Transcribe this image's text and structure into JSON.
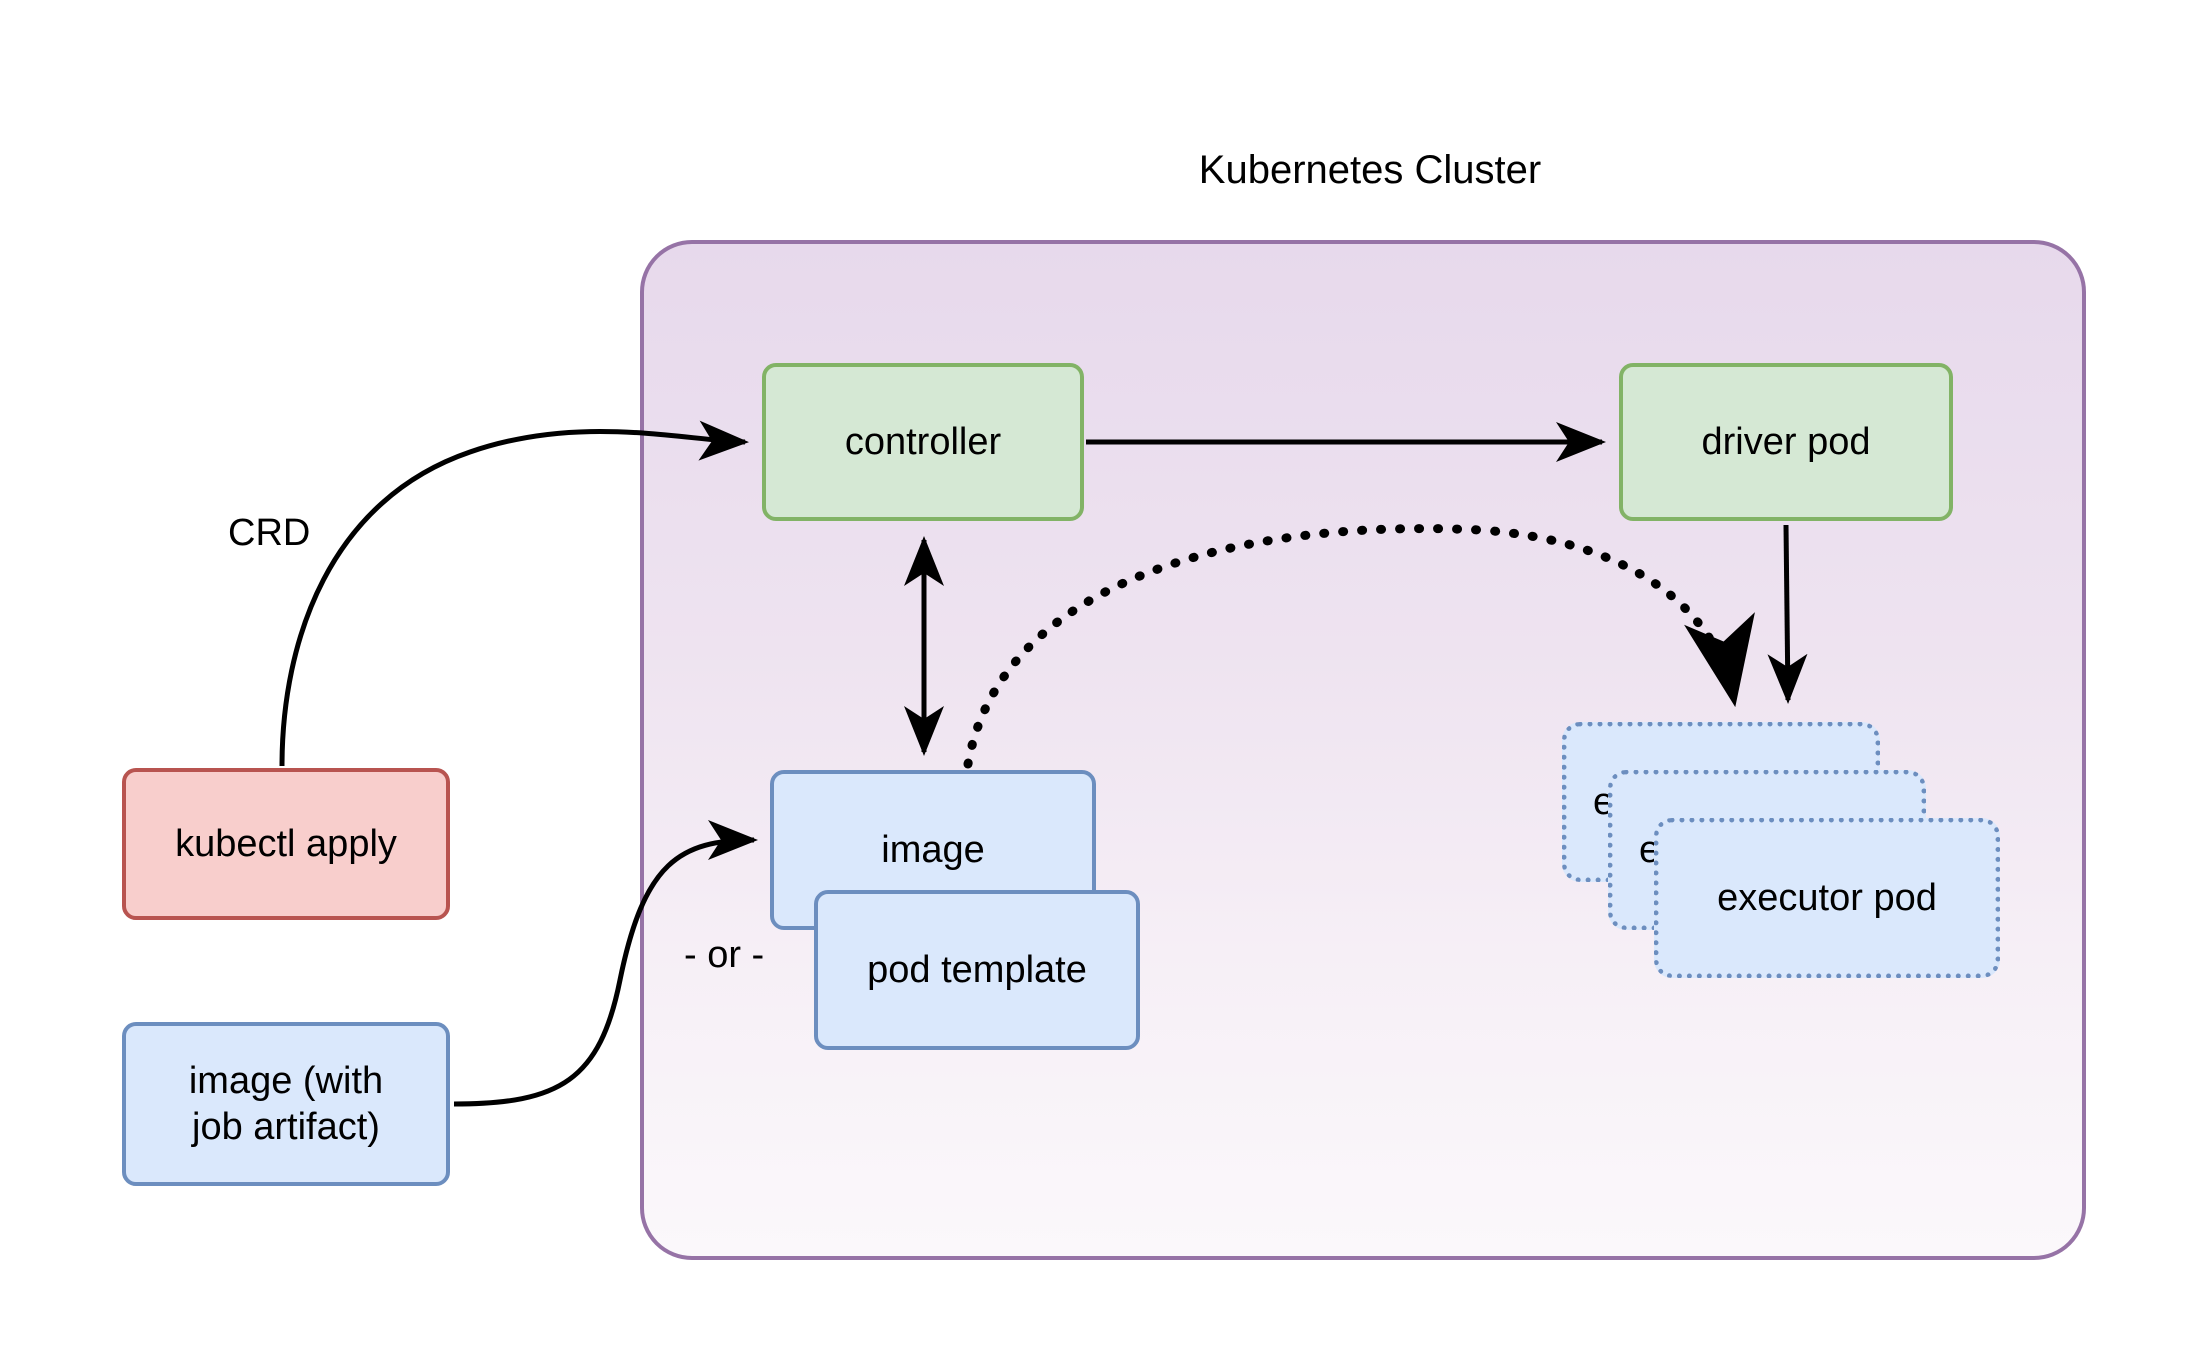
{
  "diagram": {
    "type": "flow-architecture",
    "title": "Kubernetes Cluster",
    "background_color": "#ffffff"
  },
  "cluster": {
    "label": "Kubernetes Cluster",
    "border_color": "#9673a6",
    "fill_top_color": "#e7d9ec",
    "fill_bottom_color": "#fbf8fb"
  },
  "nodes": {
    "controller": {
      "label": "controller",
      "fill_color": "#d5e8d4",
      "border_color": "#82b366"
    },
    "driver_pod": {
      "label": "driver pod",
      "fill_color": "#d5e8d4",
      "border_color": "#82b366"
    },
    "image": {
      "label": "image",
      "fill_color": "#dae8fc",
      "border_color": "#6c8ebf"
    },
    "pod_template": {
      "label": "pod template",
      "fill_color": "#dae8fc",
      "border_color": "#6c8ebf"
    },
    "kubectl_apply": {
      "label": "kubectl apply",
      "fill_color": "#f8cecc",
      "border_color": "#b85450"
    },
    "image_job_artifact": {
      "label": "image (with\njob artifact)",
      "line1": "image (with",
      "line2": "job artifact)",
      "fill_color": "#dae8fc",
      "border_color": "#6c8ebf"
    },
    "executor_pods": {
      "label": "executor pod",
      "count": 3,
      "fill_color": "#dae8fc",
      "border_color": "#6c8ebf",
      "border_style": "dotted",
      "stack": [
        {
          "label": "executor pod",
          "visible_text": "e"
        },
        {
          "label": "executor pod",
          "visible_text": "e"
        },
        {
          "label": "executor pod",
          "visible_text": "executor pod"
        }
      ]
    }
  },
  "edges": [
    {
      "id": "kubectl-to-controller",
      "from": "kubectl_apply",
      "to": "controller",
      "label": "CRD",
      "style": "solid",
      "arrow": "single"
    },
    {
      "id": "controller-to-driver",
      "from": "controller",
      "to": "driver_pod",
      "label": "",
      "style": "solid",
      "arrow": "single"
    },
    {
      "id": "controller-image",
      "from": "controller",
      "to": "image",
      "label": "",
      "style": "solid",
      "arrow": "double"
    },
    {
      "id": "image-to-executors",
      "from": "image",
      "to": "executor_pods",
      "label": "",
      "style": "dotted",
      "arrow": "single"
    },
    {
      "id": "driver-to-executors",
      "from": "driver_pod",
      "to": "executor_pods",
      "label": "",
      "style": "solid",
      "arrow": "single"
    },
    {
      "id": "imagejob-to-image",
      "from": "image_job_artifact",
      "to": "image",
      "label": "- or -",
      "style": "solid",
      "arrow": "single"
    }
  ],
  "labels": {
    "crd": "CRD",
    "or": "- or -"
  }
}
